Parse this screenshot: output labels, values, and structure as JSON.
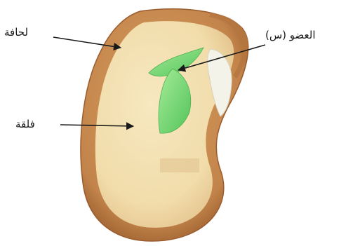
{
  "labels": {
    "rim": "لحافة",
    "cotyledon": "فلقة",
    "organ_x": "العضو (س)"
  },
  "colors": {
    "seed_coat": "#c78a4e",
    "seed_coat_edge": "#a86a38",
    "cotyledon": "#f3e0b0",
    "cotyledon_shade": "#e6c88f",
    "plumule": "#7fd87a",
    "plumule_dark": "#4fbf55",
    "radicle": "#f2f2e8",
    "arrow": "#1a1a1a"
  }
}
